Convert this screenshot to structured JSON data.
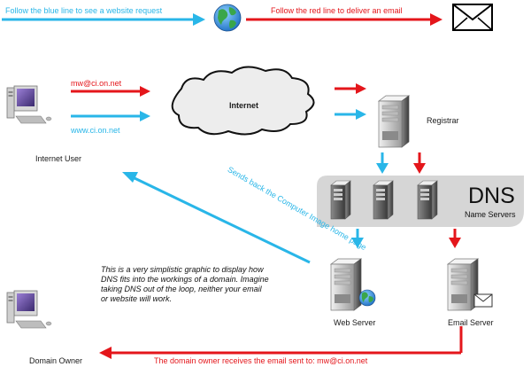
{
  "legend": {
    "blue_text": "Follow the blue line to see a website request",
    "red_text": "Follow the red line to deliver an email"
  },
  "labels": {
    "email_address": "mw@ci.on.net",
    "website_address": "www.ci.on.net",
    "internet": "Internet",
    "registrar": "Registrar",
    "internet_user": "Internet User",
    "dns_title": "DNS",
    "dns_subtitle": "Name Servers",
    "sends_back": "Sends back the Computer Image home page",
    "web_server": "Web Server",
    "email_server": "Email Server",
    "domain_owner": "Domain Owner",
    "owner_receives": "The domain owner receives the email sent to: mw@ci.on.net"
  },
  "caption": "This is a very simplistic graphic to display how DNS fits into the workings of a domain. Imagine taking DNS out of the loop, neither your email or website will work.",
  "colors": {
    "blue": "#29b6e8",
    "red": "#e4161b",
    "dns_box": "#d6d6d6"
  },
  "icons": [
    "globe-icon",
    "envelope-icon",
    "computer-icon",
    "cloud-icon",
    "server-icon",
    "email-badge-icon"
  ]
}
